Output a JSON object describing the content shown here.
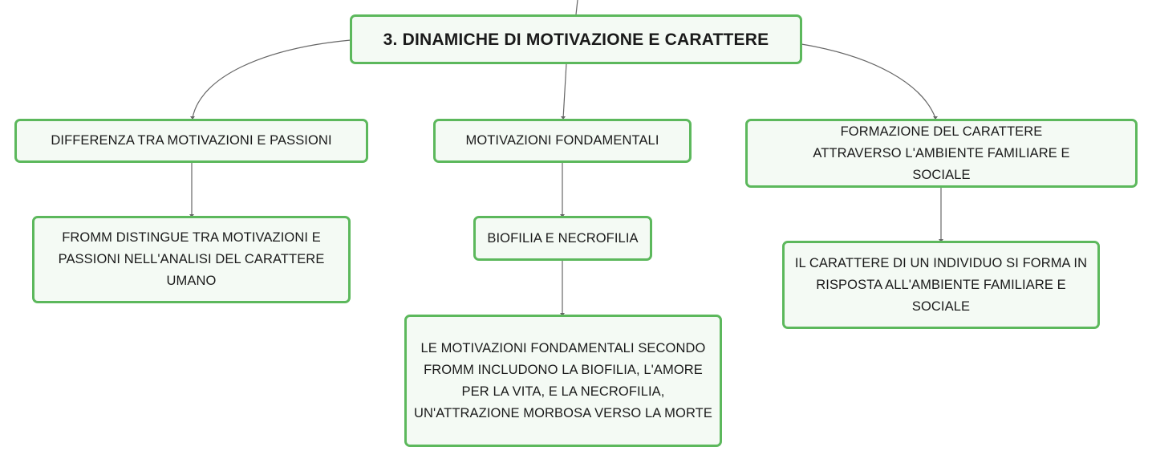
{
  "mindmap": {
    "root": {
      "label": "3. DINAMICHE DI MOTIVAZIONE E CARATTERE"
    },
    "branches": [
      {
        "label": "DIFFERENZA TRA MOTIVAZIONI E PASSIONI",
        "children": [
          {
            "label": "FROMM DISTINGUE TRA MOTIVAZIONI E PASSIONI NELL'ANALISI DEL CARATTERE UMANO"
          }
        ]
      },
      {
        "label": "MOTIVAZIONI FONDAMENTALI",
        "children": [
          {
            "label": "BIOFILIA E NECROFILIA",
            "children": [
              {
                "label": "LE MOTIVAZIONI FONDAMENTALI SECONDO FROMM INCLUDONO LA BIOFILIA, L'AMORE PER LA VITA, E LA NECROFILIA, UN'ATTRAZIONE MORBOSA VERSO LA MORTE"
              }
            ]
          }
        ]
      },
      {
        "label": "FORMAZIONE DEL CARATTERE ATTRAVERSO L'AMBIENTE FAMILIARE E SOCIALE",
        "children": [
          {
            "label": "IL CARATTERE DI UN INDIVIDUO SI FORMA IN RISPOSTA ALL'AMBIENTE FAMILIARE E SOCIALE"
          }
        ]
      }
    ]
  },
  "colors": {
    "node_border": "#5cb85c",
    "node_fill": "#f4faf4",
    "connector": "#666666",
    "text": "#1a1a1a"
  }
}
